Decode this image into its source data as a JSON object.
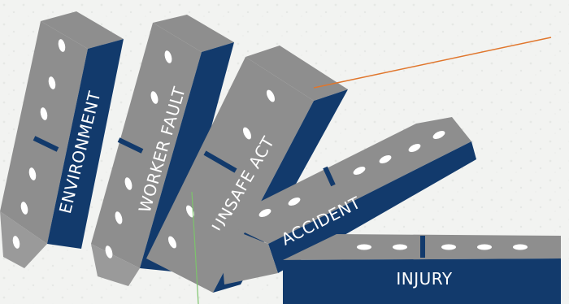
{
  "dominoes": [
    {
      "id": "environment",
      "label": "ENVIRONMENT"
    },
    {
      "id": "worker-fault",
      "label": "WORKER FAULT"
    },
    {
      "id": "unsafe-act",
      "label": "UNSAFE ACT"
    },
    {
      "id": "accident",
      "label": "ACCIDENT"
    },
    {
      "id": "injury",
      "label": "INJURY"
    }
  ],
  "colors": {
    "background": "#f2f3f1",
    "domino_face": "#123a6c",
    "domino_side": "#8e8e8e",
    "pip": "#ffffff",
    "divider": "#0f2f59",
    "callout_line_orange": "#e0762c",
    "callout_line_green": "#7cc46b"
  }
}
